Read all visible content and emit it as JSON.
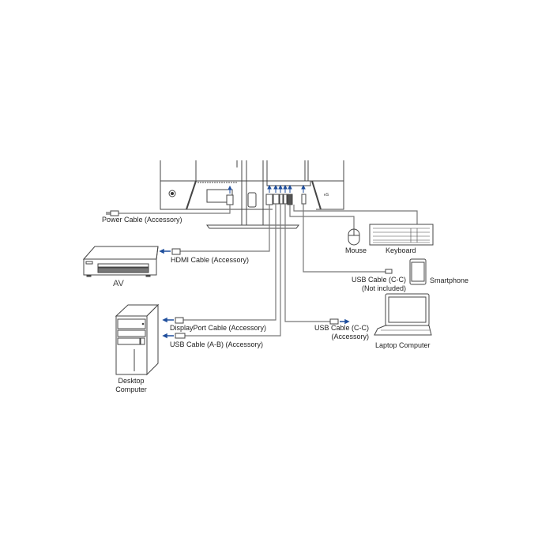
{
  "diagram": {
    "accent_color": "#1f4e9c",
    "line_color": "#555555",
    "cable_color": "#888888",
    "monitor": {
      "label": "",
      "port_count": 7
    },
    "labels": {
      "power_cable": "Power Cable (Accessory)",
      "hdmi_cable": "HDMI Cable (Accessory)",
      "av": "AV",
      "displayport_cable": "DisplayPort Cable (Accessory)",
      "usb_ab_cable": "USB Cable (A-B) (Accessory)",
      "desktop_line1": "Desktop",
      "desktop_line2": "Computer",
      "mouse": "Mouse",
      "keyboard": "Keyboard",
      "usb_cc_phone_line1": "USB Cable (C-C)",
      "usb_cc_phone_line2": "(Not included)",
      "smartphone": "Smartphone",
      "usb_cc_laptop_line1": "USB Cable (C-C)",
      "usb_cc_laptop_line2": "(Accessory)",
      "laptop": "Laptop Computer"
    },
    "devices": [
      {
        "name": "AV",
        "cable": "HDMI Cable (Accessory)"
      },
      {
        "name": "Desktop Computer",
        "cable": "DisplayPort Cable (Accessory)"
      },
      {
        "name": "Desktop Computer",
        "cable": "USB Cable (A-B) (Accessory)"
      },
      {
        "name": "Mouse",
        "cable": ""
      },
      {
        "name": "Keyboard",
        "cable": ""
      },
      {
        "name": "Smartphone",
        "cable": "USB Cable (C-C) (Not included)"
      },
      {
        "name": "Laptop Computer",
        "cable": "USB Cable (C-C) (Accessory)"
      },
      {
        "name": "Power",
        "cable": "Power Cable (Accessory)"
      }
    ]
  }
}
